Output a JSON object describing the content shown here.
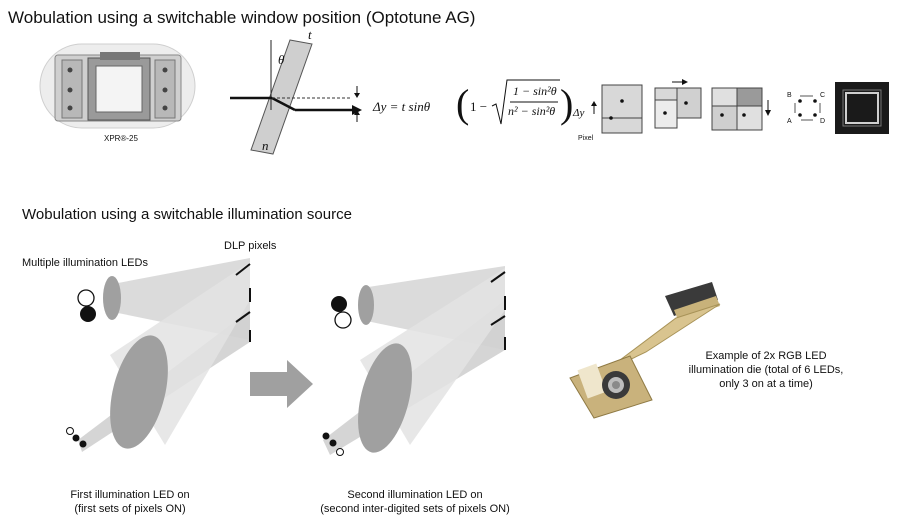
{
  "top": {
    "title": "Wobulation using a switchable window position (Optotune AG)",
    "device_caption": "XPR®-25",
    "labels": {
      "t": "t",
      "theta": "θ",
      "n": "n",
      "dy": "Δy",
      "dy_small": "Δy",
      "pixel": "Pixel"
    },
    "equation": {
      "lhs": "Δy = t sinθ",
      "num": "1 − sin²θ",
      "den": "n² − sin²θ"
    },
    "corner_labels": {
      "a": "A",
      "b": "B",
      "c": "C",
      "d": "D"
    }
  },
  "bottom": {
    "title": "Wobulation using a switchable illumination source",
    "dlp_label": "DLP pixels",
    "leds_label": "Multiple illumination LEDs",
    "caption_left": [
      "First illumination LED on",
      "(first sets of pixels ON)"
    ],
    "caption_mid": [
      "Second illumination LED on",
      "(second inter-digited sets of pixels ON)"
    ],
    "photo_caption": [
      "Example of 2x RGB LED",
      "illumination die (total of 6 LEDs,",
      "only 3 on at a time)"
    ]
  }
}
